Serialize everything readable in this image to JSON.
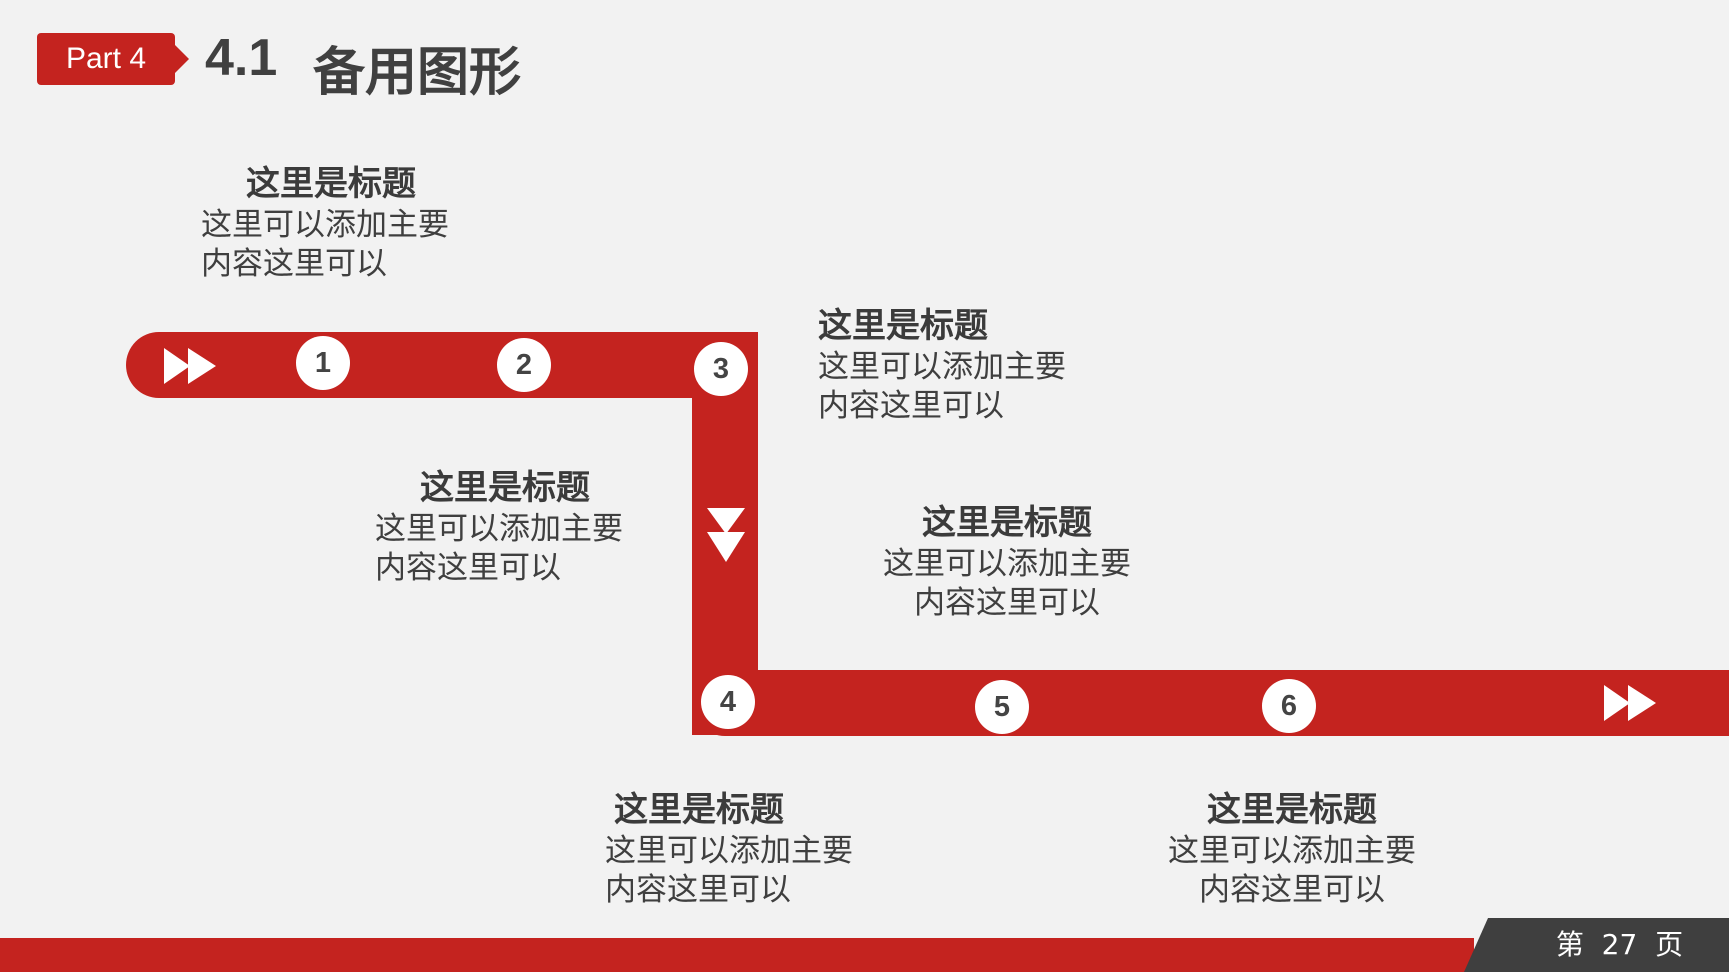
{
  "header": {
    "badge": "Part 4",
    "section_number": "4.1",
    "title": "备用图形"
  },
  "steps": [
    "1",
    "2",
    "3",
    "4",
    "5",
    "6"
  ],
  "blocks": [
    {
      "title": "这里是标题",
      "line1": "这里可以添加主要",
      "line2": "内容这里可以"
    },
    {
      "title": "这里是标题",
      "line1": "这里可以添加主要",
      "line2": "内容这里可以"
    },
    {
      "title": "这里是标题",
      "line1": "这里可以添加主要",
      "line2": "内容这里可以"
    },
    {
      "title": "这里是标题",
      "line1": "这里可以添加主要",
      "line2": "内容这里可以"
    },
    {
      "title": "这里是标题",
      "line1": "这里可以添加主要",
      "line2": "内容这里可以"
    },
    {
      "title": "这里是标题",
      "line1": "这里可以添加主要",
      "line2": "内容这里可以"
    }
  ],
  "footer": {
    "page_label": "第  27  页"
  },
  "colors": {
    "accent": "#c4231f",
    "text": "#404040",
    "background": "#f2f2f2",
    "footer_box": "#3f3f3f"
  },
  "icons": [
    "fast-forward-icon",
    "double-down-arrow-icon"
  ]
}
